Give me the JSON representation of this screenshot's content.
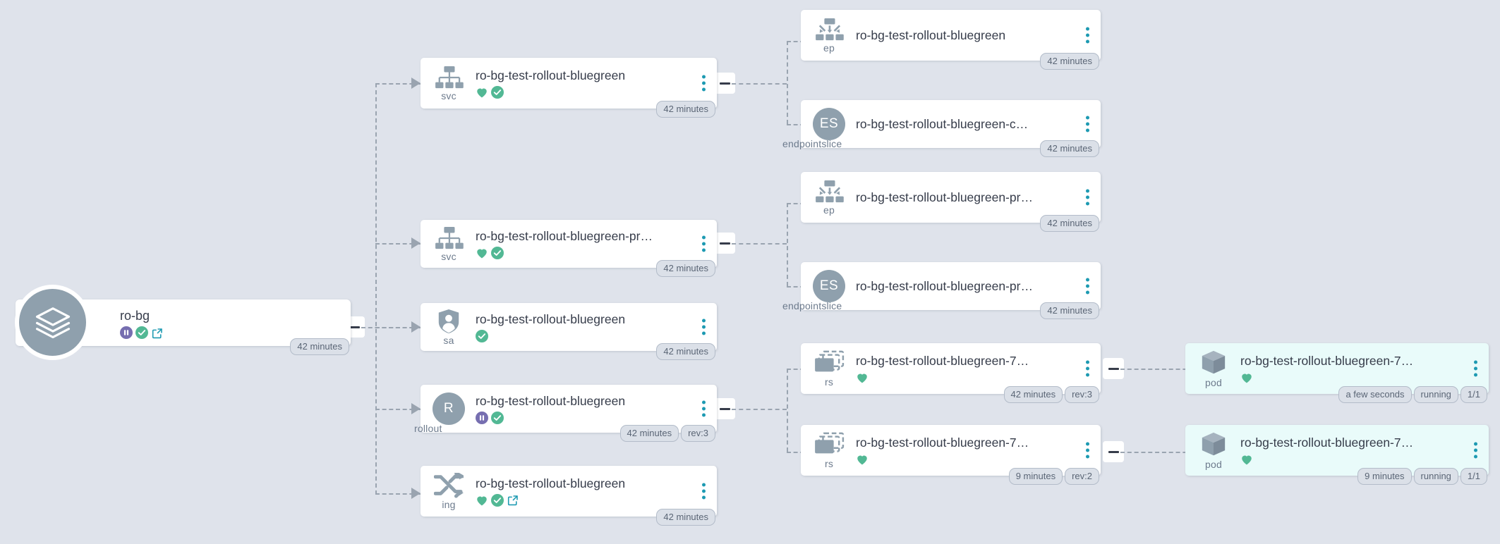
{
  "app": {
    "name": "ro-bg",
    "kind_icon": "layers-stack-icon",
    "badges": [
      "42 minutes"
    ],
    "status_icons": [
      "pause-circle-icon",
      "check-circle-icon",
      "external-link-icon"
    ],
    "menu_icon": "kebab-menu-icon"
  },
  "colors": {
    "canvas_bg": "#dfe3eb",
    "node_bg": "#ffffff",
    "pod_node_bg": "#e9fbfa",
    "healthy_green": "#52b894",
    "paused_purple": "#766eb0",
    "link_teal": "#1d9ab2",
    "kind_gray": "#8fa0ad",
    "text_dark": "#363c4a",
    "badge_bg": "#dbe0e8",
    "edge_gray": "#9aa4b0"
  },
  "nodes": [
    {
      "id": "svc-root",
      "kind": "svc",
      "kind_icon": "service-tree-icon",
      "title": "ro-bg-test-rollout-bluegreen",
      "status_icons": [
        "heart-icon",
        "check-circle-icon"
      ],
      "badges": [
        "42 minutes"
      ],
      "menu_icon": "kebab-menu-icon",
      "pod": false
    },
    {
      "id": "svc-preview",
      "kind": "svc",
      "kind_icon": "service-tree-icon",
      "title": "ro-bg-test-rollout-bluegreen-pr…",
      "status_icons": [
        "heart-icon",
        "check-circle-icon"
      ],
      "badges": [
        "42 minutes"
      ],
      "menu_icon": "kebab-menu-icon",
      "pod": false
    },
    {
      "id": "sa",
      "kind": "sa",
      "kind_icon": "service-account-shield-icon",
      "title": "ro-bg-test-rollout-bluegreen",
      "status_icons": [
        "check-circle-icon"
      ],
      "badges": [
        "42 minutes"
      ],
      "menu_icon": "kebab-menu-icon",
      "pod": false
    },
    {
      "id": "rollout",
      "kind": "rollout",
      "kind_icon": "rollout-letter-icon",
      "kind_letter": "R",
      "title": "ro-bg-test-rollout-bluegreen",
      "status_icons": [
        "pause-circle-icon",
        "check-circle-icon"
      ],
      "badges": [
        "42 minutes",
        "rev:3"
      ],
      "menu_icon": "kebab-menu-icon",
      "pod": false
    },
    {
      "id": "ing",
      "kind": "ing",
      "kind_icon": "ingress-arrows-icon",
      "title": "ro-bg-test-rollout-bluegreen",
      "status_icons": [
        "heart-icon",
        "check-circle-icon",
        "external-link-icon"
      ],
      "badges": [
        "42 minutes"
      ],
      "menu_icon": "kebab-menu-icon",
      "pod": false
    },
    {
      "id": "ep-1",
      "kind": "ep",
      "kind_icon": "endpoints-icon",
      "title": "ro-bg-test-rollout-bluegreen",
      "status_icons": [],
      "badges": [
        "42 minutes"
      ],
      "menu_icon": "kebab-menu-icon",
      "pod": false
    },
    {
      "id": "endpointslice-1",
      "kind": "endpointslice",
      "kind_icon": "endpointslice-letter-icon",
      "kind_letter": "ES",
      "title": "ro-bg-test-rollout-bluegreen-c…",
      "status_icons": [],
      "badges": [
        "42 minutes"
      ],
      "menu_icon": "kebab-menu-icon",
      "pod": false
    },
    {
      "id": "ep-2",
      "kind": "ep",
      "kind_icon": "endpoints-icon",
      "title": "ro-bg-test-rollout-bluegreen-pr…",
      "status_icons": [],
      "badges": [
        "42 minutes"
      ],
      "menu_icon": "kebab-menu-icon",
      "pod": false
    },
    {
      "id": "endpointslice-2",
      "kind": "endpointslice",
      "kind_icon": "endpointslice-letter-icon",
      "kind_letter": "ES",
      "title": "ro-bg-test-rollout-bluegreen-pr…",
      "status_icons": [],
      "badges": [
        "42 minutes"
      ],
      "menu_icon": "kebab-menu-icon",
      "pod": false
    },
    {
      "id": "rs-1",
      "kind": "rs",
      "kind_icon": "replicaset-icon",
      "title": "ro-bg-test-rollout-bluegreen-7…",
      "status_icons": [
        "heart-icon"
      ],
      "badges": [
        "42 minutes",
        "rev:3"
      ],
      "menu_icon": "kebab-menu-icon",
      "pod": false
    },
    {
      "id": "rs-2",
      "kind": "rs",
      "kind_icon": "replicaset-icon",
      "title": "ro-bg-test-rollout-bluegreen-7…",
      "status_icons": [
        "heart-icon"
      ],
      "badges": [
        "9 minutes",
        "rev:2"
      ],
      "menu_icon": "kebab-menu-icon",
      "pod": false
    },
    {
      "id": "pod-1",
      "kind": "pod",
      "kind_icon": "pod-cube-icon",
      "title": "ro-bg-test-rollout-bluegreen-7…",
      "status_icons": [
        "heart-icon"
      ],
      "badges": [
        "a few seconds",
        "running",
        "1/1"
      ],
      "menu_icon": "kebab-menu-icon",
      "pod": true
    },
    {
      "id": "pod-2",
      "kind": "pod",
      "kind_icon": "pod-cube-icon",
      "title": "ro-bg-test-rollout-bluegreen-7…",
      "status_icons": [
        "heart-icon"
      ],
      "badges": [
        "9 minutes",
        "running",
        "1/1"
      ],
      "menu_icon": "kebab-menu-icon",
      "pod": true
    }
  ]
}
